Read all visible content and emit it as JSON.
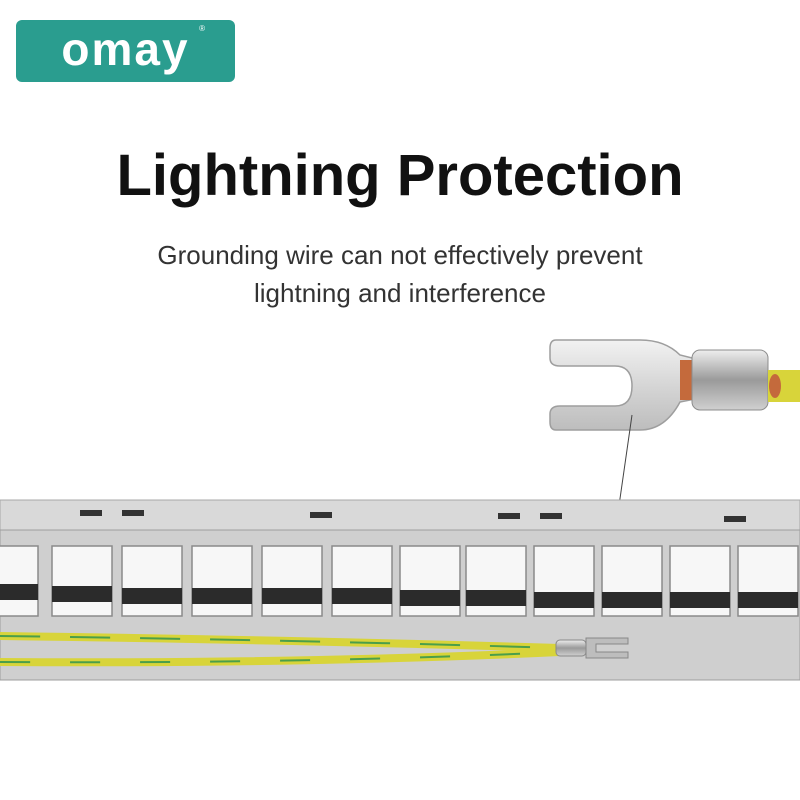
{
  "brand": {
    "logo_text": "omay",
    "registered_mark": "®",
    "color": "#2a9d8f"
  },
  "headline": {
    "title": "Lightning Protection",
    "subtitle_line1": "Grounding wire can not effectively prevent",
    "subtitle_line2": "lightning and interference"
  },
  "illustration": {
    "subject": "patch-panel-with-grounding-wire",
    "wire_color": "#d8d43a",
    "panel_color": "#c9c9c9"
  }
}
